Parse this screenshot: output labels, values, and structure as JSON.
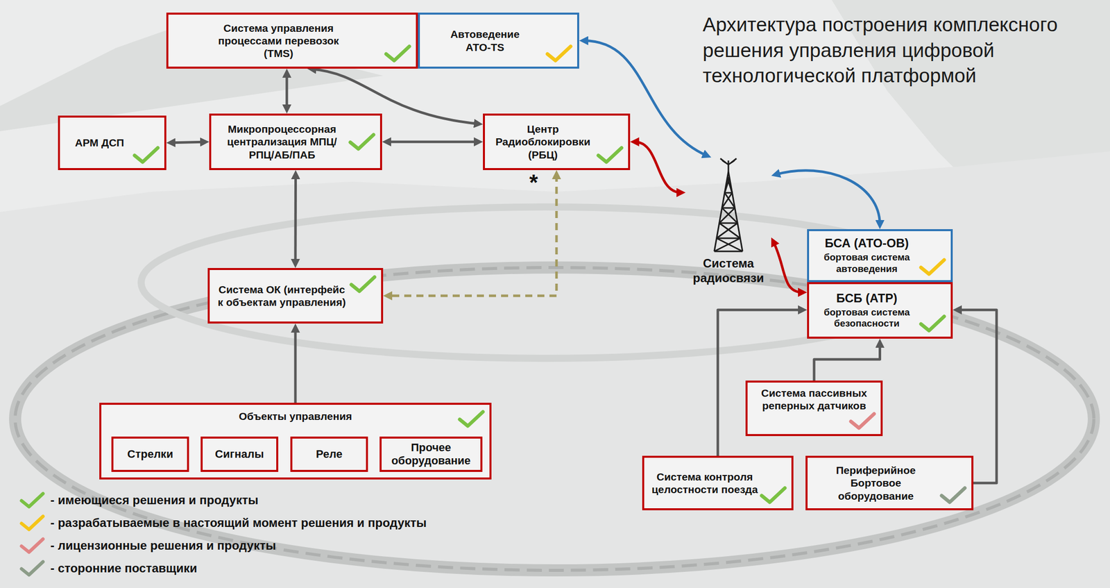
{
  "diagram": {
    "title": "Архитектура построения комплексного решения управления цифровой технологической платформой",
    "nodes": [
      {
        "text": [
          "Система управления процессами перевозок (TMS)"
        ]
      },
      {
        "text": [
          "Автоведение АТО-TS"
        ]
      },
      {
        "text": [
          "АРМ ДСП"
        ]
      },
      {
        "text": [
          "Микропроцессорная централизация МПЦ/РПЦ/АБ/ПАБ"
        ]
      },
      {
        "text": [
          "Центр Радиоблокировки (РБЦ)"
        ]
      },
      {
        "text": [
          "Система ОК (интерфейс к объектам управления)"
        ]
      },
      {
        "text": [
          "Объекты управления"
        ]
      },
      {
        "text": [
          "Стрелки"
        ],
        "in": 6
      },
      {
        "text": [
          "Сигналы"
        ],
        "in": 6
      },
      {
        "text": [
          "Реле"
        ],
        "in": 6
      },
      {
        "text": [
          "Прочее оборудование"
        ],
        "in": 6
      },
      {
        "text": [
          "Система радиосвязи"
        ]
      },
      {
        "text": [
          "БСА (АТО-ОВ)",
          "бортовая система автоведения"
        ]
      },
      {
        "text": [
          "БСБ (АТР)",
          "бортовая система безопасности"
        ]
      },
      {
        "text": [
          "Система пассивных реперных датчиков"
        ]
      },
      {
        "text": [
          "Система контроля целостности поезда"
        ]
      },
      {
        "text": [
          "Периферийное Бортовое оборудование"
        ]
      }
    ],
    "edges": [
      {
        "from": 0,
        "to": 3,
        "arrow": "both"
      },
      {
        "from": 0,
        "to": 4,
        "arrow": "both"
      },
      {
        "from": 2,
        "to": 3,
        "arrow": "both"
      },
      {
        "from": 3,
        "to": 4,
        "arrow": "both"
      },
      {
        "from": 3,
        "to": 5,
        "arrow": "both"
      },
      {
        "from": 6,
        "to": 5,
        "arrow": "to"
      },
      {
        "from": 4,
        "to": 5,
        "arrow": "both"
      },
      {
        "from": 1,
        "to": 11,
        "arrow": "both"
      },
      {
        "from": 4,
        "to": 11,
        "arrow": "both"
      },
      {
        "from": 11,
        "to": 12,
        "arrow": "both"
      },
      {
        "from": 11,
        "to": 13,
        "arrow": "both"
      },
      {
        "from": 14,
        "to": 13,
        "arrow": "to"
      },
      {
        "from": 15,
        "to": 13,
        "arrow": "to"
      },
      {
        "from": 16,
        "to": 13,
        "arrow": "to"
      }
    ],
    "labels": [
      "*"
    ],
    "legend": [
      {
        "text": "- имеющиеся решения и продукты",
        "color": "#7ac143"
      },
      {
        "text": "- разрабатываемые в настоящий момент решения и продукты",
        "color": "#f5c518"
      },
      {
        "text": "- лицензионные решения и продукты",
        "color": "#e08585"
      },
      {
        "text": "- сторонние поставщики",
        "color": "#8c9c88"
      }
    ]
  }
}
